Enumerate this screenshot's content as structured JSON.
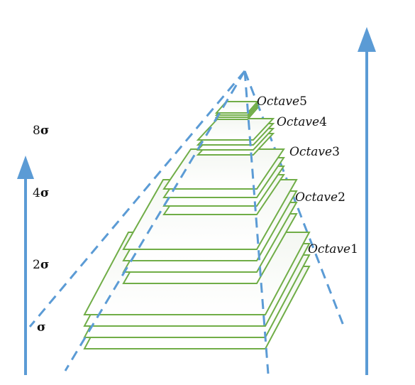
{
  "scale_labels": [
    {
      "id": "sigma",
      "coef": "",
      "sym": "σ"
    },
    {
      "id": "2sigma",
      "coef": "2",
      "sym": "σ"
    },
    {
      "id": "4sigma",
      "coef": "4",
      "sym": "σ"
    },
    {
      "id": "8sigma",
      "coef": "8",
      "sym": "σ"
    }
  ],
  "octaves": [
    {
      "word": "Octave",
      "num": "1"
    },
    {
      "word": "Octave",
      "num": "2"
    },
    {
      "word": "Octave",
      "num": "3"
    },
    {
      "word": "Octave",
      "num": "4"
    },
    {
      "word": "Octave",
      "num": "5"
    }
  ],
  "colors": {
    "axis_arrow": "#5B9BD5",
    "dashed_lines": "#5B9BD5",
    "layer_stroke": "#70AD47",
    "layer_fill": "#FFFFFF",
    "text": "#111111"
  },
  "icons": {
    "left_arrow": "up-arrow-icon",
    "right_arrow": "up-arrow-icon"
  }
}
